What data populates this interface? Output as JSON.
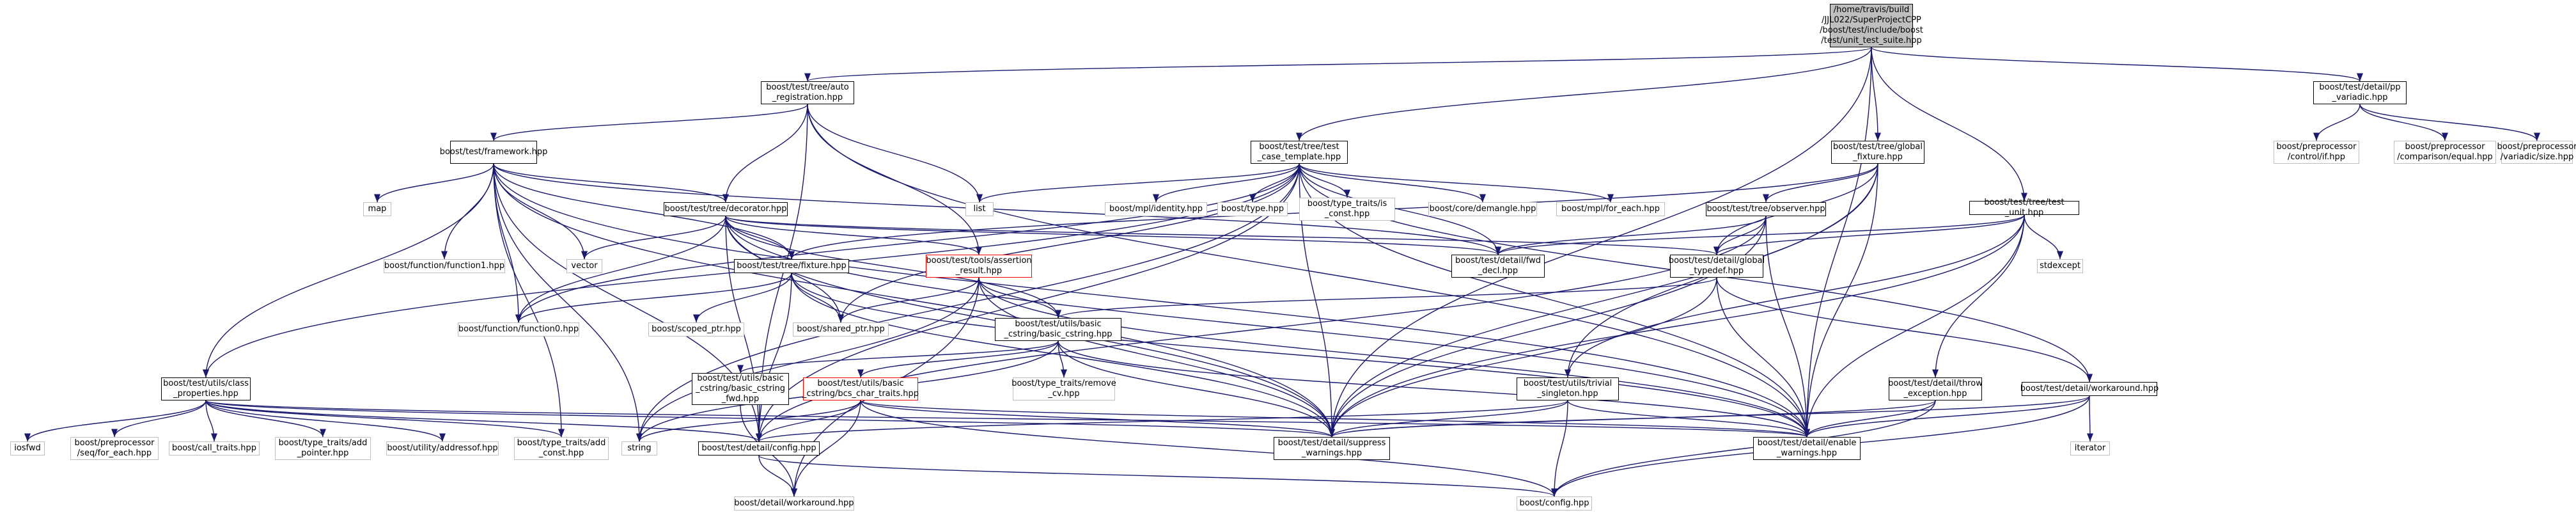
{
  "diagram": {
    "nodes": [
      {
        "id": "root",
        "label": "/home/travis/build\n/JJL022/SuperProjectCPP\n/boost/test/include/boost\n/test/unit_test_suite.hpp"
      },
      {
        "id": "auto_reg",
        "label": "boost/test/tree/auto\n_registration.hpp"
      },
      {
        "id": "test_case_template",
        "label": "boost/test/tree/test\n_case_template.hpp"
      },
      {
        "id": "global_fixture",
        "label": "boost/test/tree/global\n_fixture.hpp"
      },
      {
        "id": "pp_variadic",
        "label": "boost/test/detail/pp\n_variadic.hpp"
      },
      {
        "id": "framework",
        "label": "boost/test/framework.hpp"
      },
      {
        "id": "test_unit",
        "label": "boost/test/tree/test\n_unit.hpp"
      },
      {
        "id": "decorator",
        "label": "boost/test/tree/decorator.hpp"
      },
      {
        "id": "observer",
        "label": "boost/test/tree/observer.hpp"
      },
      {
        "id": "fixture",
        "label": "boost/test/tree/fixture.hpp"
      },
      {
        "id": "assertion_result",
        "label": "boost/test/tools/assertion\n_result.hpp"
      },
      {
        "id": "fwd_decl",
        "label": "boost/test/detail/fwd\n_decl.hpp"
      },
      {
        "id": "global_typedef",
        "label": "boost/test/detail/global\n_typedef.hpp"
      },
      {
        "id": "basic_cstring",
        "label": "boost/test/utils/basic\n_cstring/basic_cstring.hpp"
      },
      {
        "id": "class_properties",
        "label": "boost/test/utils/class\n_properties.hpp"
      },
      {
        "id": "basic_cstring_fwd",
        "label": "boost/test/utils/basic\n_cstring/basic_cstring\n_fwd.hpp"
      },
      {
        "id": "bcs_char_traits",
        "label": "boost/test/utils/basic\n_cstring/bcs_char_traits.hpp"
      },
      {
        "id": "trivial_singleton",
        "label": "boost/test/utils/trivial\n_singleton.hpp"
      },
      {
        "id": "throw_exception",
        "label": "boost/test/detail/throw\n_exception.hpp"
      },
      {
        "id": "workaround_test",
        "label": "boost/test/detail/workaround.hpp"
      },
      {
        "id": "suppress_warnings",
        "label": "boost/test/detail/suppress\n_warnings.hpp"
      },
      {
        "id": "enable_warnings",
        "label": "boost/test/detail/enable\n_warnings.hpp"
      },
      {
        "id": "test_config",
        "label": "boost/test/detail/config.hpp"
      },
      {
        "id": "detail_workaround",
        "label": "boost/detail/workaround.hpp"
      },
      {
        "id": "boost_config",
        "label": "boost/config.hpp"
      },
      {
        "id": "pp_control_if",
        "label": "boost/preprocessor\n/control/if.hpp"
      },
      {
        "id": "pp_equal",
        "label": "boost/preprocessor\n/comparison/equal.hpp"
      },
      {
        "id": "pp_variadic_size",
        "label": "boost/preprocessor\n/variadic/size.hpp"
      },
      {
        "id": "list",
        "label": "list"
      },
      {
        "id": "map",
        "label": "map"
      },
      {
        "id": "vector",
        "label": "vector"
      },
      {
        "id": "function1",
        "label": "boost/function/function1.hpp"
      },
      {
        "id": "function0",
        "label": "boost/function/function0.hpp"
      },
      {
        "id": "scoped_ptr",
        "label": "boost/scoped_ptr.hpp"
      },
      {
        "id": "shared_ptr",
        "label": "boost/shared_ptr.hpp"
      },
      {
        "id": "mpl_identity",
        "label": "boost/mpl/identity.hpp"
      },
      {
        "id": "boost_type",
        "label": "boost/type.hpp"
      },
      {
        "id": "is_const",
        "label": "boost/type_traits/is\n_const.hpp"
      },
      {
        "id": "demangle",
        "label": "boost/core/demangle.hpp"
      },
      {
        "id": "mpl_for_each",
        "label": "boost/mpl/for_each.hpp"
      },
      {
        "id": "stdexcept",
        "label": "stdexcept"
      },
      {
        "id": "remove_cv",
        "label": "boost/type_traits/remove\n_cv.hpp"
      },
      {
        "id": "iosfwd",
        "label": "iosfwd"
      },
      {
        "id": "seq_for_each",
        "label": "boost/preprocessor\n/seq/for_each.hpp"
      },
      {
        "id": "call_traits",
        "label": "boost/call_traits.hpp"
      },
      {
        "id": "add_pointer",
        "label": "boost/type_traits/add\n_pointer.hpp"
      },
      {
        "id": "addressof",
        "label": "boost/utility/addressof.hpp"
      },
      {
        "id": "add_const",
        "label": "boost/type_traits/add\n_const.hpp"
      },
      {
        "id": "string",
        "label": "string"
      },
      {
        "id": "iterator",
        "label": "iterator"
      }
    ],
    "edges": [
      [
        "root",
        "auto_reg"
      ],
      [
        "root",
        "test_case_template"
      ],
      [
        "root",
        "global_fixture"
      ],
      [
        "root",
        "pp_variadic"
      ],
      [
        "root",
        "framework"
      ],
      [
        "root",
        "suppress_warnings"
      ],
      [
        "root",
        "enable_warnings"
      ],
      [
        "auto_reg",
        "test_unit"
      ],
      [
        "auto_reg",
        "decorator"
      ],
      [
        "auto_reg",
        "list"
      ],
      [
        "auto_reg",
        "assertion_result"
      ],
      [
        "auto_reg",
        "test_config"
      ],
      [
        "auto_reg",
        "enable_warnings"
      ],
      [
        "test_unit",
        "map"
      ],
      [
        "test_unit",
        "vector"
      ],
      [
        "test_unit",
        "function1"
      ],
      [
        "test_unit",
        "function0"
      ],
      [
        "test_unit",
        "decorator"
      ],
      [
        "test_unit",
        "fixture"
      ],
      [
        "test_unit",
        "class_properties"
      ],
      [
        "test_unit",
        "fwd_decl"
      ],
      [
        "test_unit",
        "suppress_warnings"
      ],
      [
        "test_unit",
        "enable_warnings"
      ],
      [
        "test_unit",
        "test_config"
      ],
      [
        "test_unit",
        "add_const"
      ],
      [
        "test_unit",
        "string"
      ],
      [
        "test_case_template",
        "list"
      ],
      [
        "test_case_template",
        "mpl_identity"
      ],
      [
        "test_case_template",
        "boost_type"
      ],
      [
        "test_case_template",
        "is_const"
      ],
      [
        "test_case_template",
        "demangle"
      ],
      [
        "test_case_template",
        "mpl_for_each"
      ],
      [
        "test_case_template",
        "fwd_decl"
      ],
      [
        "test_case_template",
        "class_properties"
      ],
      [
        "test_case_template",
        "function0"
      ],
      [
        "test_case_template",
        "shared_ptr"
      ],
      [
        "test_case_template",
        "suppress_warnings"
      ],
      [
        "test_case_template",
        "enable_warnings"
      ],
      [
        "test_case_template",
        "test_config"
      ],
      [
        "test_case_template",
        "workaround_test"
      ],
      [
        "test_case_template",
        "string"
      ],
      [
        "global_fixture",
        "observer"
      ],
      [
        "global_fixture",
        "fixture"
      ],
      [
        "global_fixture",
        "global_typedef"
      ],
      [
        "global_fixture",
        "trivial_singleton"
      ],
      [
        "global_fixture",
        "suppress_warnings"
      ],
      [
        "global_fixture",
        "enable_warnings"
      ],
      [
        "pp_variadic",
        "pp_control_if"
      ],
      [
        "pp_variadic",
        "pp_equal"
      ],
      [
        "pp_variadic",
        "pp_variadic_size"
      ],
      [
        "framework",
        "global_typedef"
      ],
      [
        "framework",
        "fwd_decl"
      ],
      [
        "framework",
        "trivial_singleton"
      ],
      [
        "framework",
        "stdexcept"
      ],
      [
        "framework",
        "throw_exception"
      ],
      [
        "framework",
        "suppress_warnings"
      ],
      [
        "framework",
        "enable_warnings"
      ],
      [
        "decorator",
        "vector"
      ],
      [
        "decorator",
        "function0"
      ],
      [
        "decorator",
        "fixture"
      ],
      [
        "decorator",
        "assertion_result"
      ],
      [
        "decorator",
        "basic_cstring"
      ],
      [
        "decorator",
        "global_typedef"
      ],
      [
        "decorator",
        "fwd_decl"
      ],
      [
        "decorator",
        "shared_ptr"
      ],
      [
        "decorator",
        "suppress_warnings"
      ],
      [
        "decorator",
        "enable_warnings"
      ],
      [
        "decorator",
        "test_config"
      ],
      [
        "observer",
        "fwd_decl"
      ],
      [
        "observer",
        "global_typedef"
      ],
      [
        "observer",
        "suppress_warnings"
      ],
      [
        "observer",
        "enable_warnings"
      ],
      [
        "observer",
        "test_config"
      ],
      [
        "fixture",
        "function0"
      ],
      [
        "fixture",
        "scoped_ptr"
      ],
      [
        "fixture",
        "shared_ptr"
      ],
      [
        "fixture",
        "test_config"
      ],
      [
        "fixture",
        "suppress_warnings"
      ],
      [
        "fixture",
        "enable_warnings"
      ],
      [
        "assertion_result",
        "basic_cstring"
      ],
      [
        "assertion_result",
        "shared_ptr"
      ],
      [
        "assertion_result",
        "suppress_warnings"
      ],
      [
        "assertion_result",
        "enable_warnings"
      ],
      [
        "assertion_result",
        "string"
      ],
      [
        "assertion_result",
        "detail_workaround"
      ],
      [
        "global_typedef",
        "basic_cstring"
      ],
      [
        "global_typedef",
        "workaround_test"
      ],
      [
        "global_typedef",
        "enable_warnings"
      ],
      [
        "global_typedef",
        "suppress_warnings"
      ],
      [
        "basic_cstring",
        "basic_cstring_fwd"
      ],
      [
        "basic_cstring",
        "bcs_char_traits"
      ],
      [
        "basic_cstring",
        "remove_cv"
      ],
      [
        "basic_cstring",
        "suppress_warnings"
      ],
      [
        "basic_cstring",
        "enable_warnings"
      ],
      [
        "basic_cstring",
        "string"
      ],
      [
        "basic_cstring_fwd",
        "detail_workaround"
      ],
      [
        "bcs_char_traits",
        "detail_workaround"
      ],
      [
        "bcs_char_traits",
        "test_config"
      ],
      [
        "bcs_char_traits",
        "string"
      ],
      [
        "bcs_char_traits",
        "boost_config"
      ],
      [
        "bcs_char_traits",
        "suppress_warnings"
      ],
      [
        "bcs_char_traits",
        "enable_warnings"
      ],
      [
        "class_properties",
        "iosfwd"
      ],
      [
        "class_properties",
        "seq_for_each"
      ],
      [
        "class_properties",
        "call_traits"
      ],
      [
        "class_properties",
        "add_pointer"
      ],
      [
        "class_properties",
        "addressof"
      ],
      [
        "class_properties",
        "add_const"
      ],
      [
        "class_properties",
        "test_config"
      ],
      [
        "class_properties",
        "suppress_warnings"
      ],
      [
        "class_properties",
        "enable_warnings"
      ],
      [
        "trivial_singleton",
        "boost_config"
      ],
      [
        "trivial_singleton",
        "suppress_warnings"
      ],
      [
        "trivial_singleton",
        "enable_warnings"
      ],
      [
        "trivial_singleton",
        "test_config"
      ],
      [
        "throw_exception",
        "boost_config"
      ],
      [
        "throw_exception",
        "suppress_warnings"
      ],
      [
        "throw_exception",
        "enable_warnings"
      ],
      [
        "workaround_test",
        "iterator"
      ],
      [
        "workaround_test",
        "boost_config"
      ],
      [
        "workaround_test",
        "suppress_warnings"
      ],
      [
        "workaround_test",
        "enable_warnings"
      ],
      [
        "test_config",
        "detail_workaround"
      ],
      [
        "test_config",
        "boost_config"
      ]
    ],
    "colors": {
      "edge": "#191970",
      "root_fill": "#bfbfbf",
      "node_border_documented": "#000000",
      "node_border_external": "#bfbfbf",
      "node_border_warning": "#ff0000"
    }
  }
}
